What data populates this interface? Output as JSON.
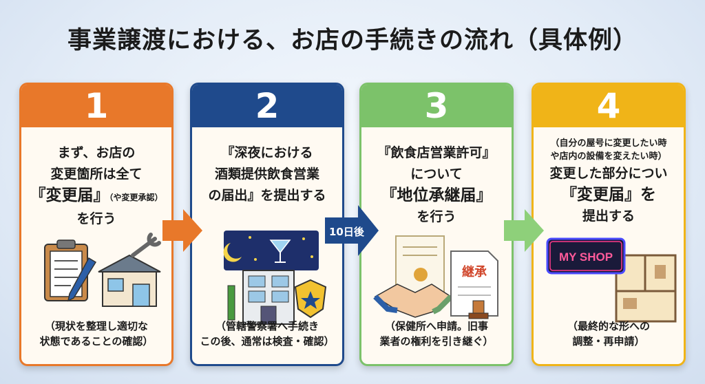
{
  "title": "事業譲渡における、お店の手続きの流れ（具体例）",
  "steps": [
    {
      "number": "1",
      "lines": [
        "まず、お店の",
        "変更箇所は全て",
        "『変更届』",
        "（や変更承認）",
        "を行う"
      ],
      "note": [
        "（現状を整理し適切な",
        "状態であることの確認）"
      ]
    },
    {
      "number": "2",
      "lines": [
        "『深夜における",
        "酒類提供飲食営業",
        "の届出』を提出する"
      ],
      "note": [
        "（管轄警察署へ手続き",
        "この後、通常は検査・確認）"
      ]
    },
    {
      "number": "3",
      "lines": [
        "『飲食店営業許可』",
        "について",
        "『地位承継届』",
        "を行う"
      ],
      "note": [
        "（保健所へ申請。旧事",
        "業者の権利を引き継ぐ）"
      ],
      "sign_text": "継承"
    },
    {
      "number": "4",
      "sub": [
        "（自分の屋号に変更したい時",
        "や店内の設備を変えたい時）"
      ],
      "lines": [
        "変更した部分につい",
        "『変更届』を",
        "提出する"
      ],
      "note": [
        "（最終的な形への",
        "調整・再申請）"
      ],
      "sign_text": "MY SHOP"
    }
  ],
  "arrow_label": "10日後",
  "colors": {
    "step1": "#e8782a",
    "step2": "#1f4a8c",
    "step3": "#7cc26a",
    "step4": "#f0b418"
  }
}
